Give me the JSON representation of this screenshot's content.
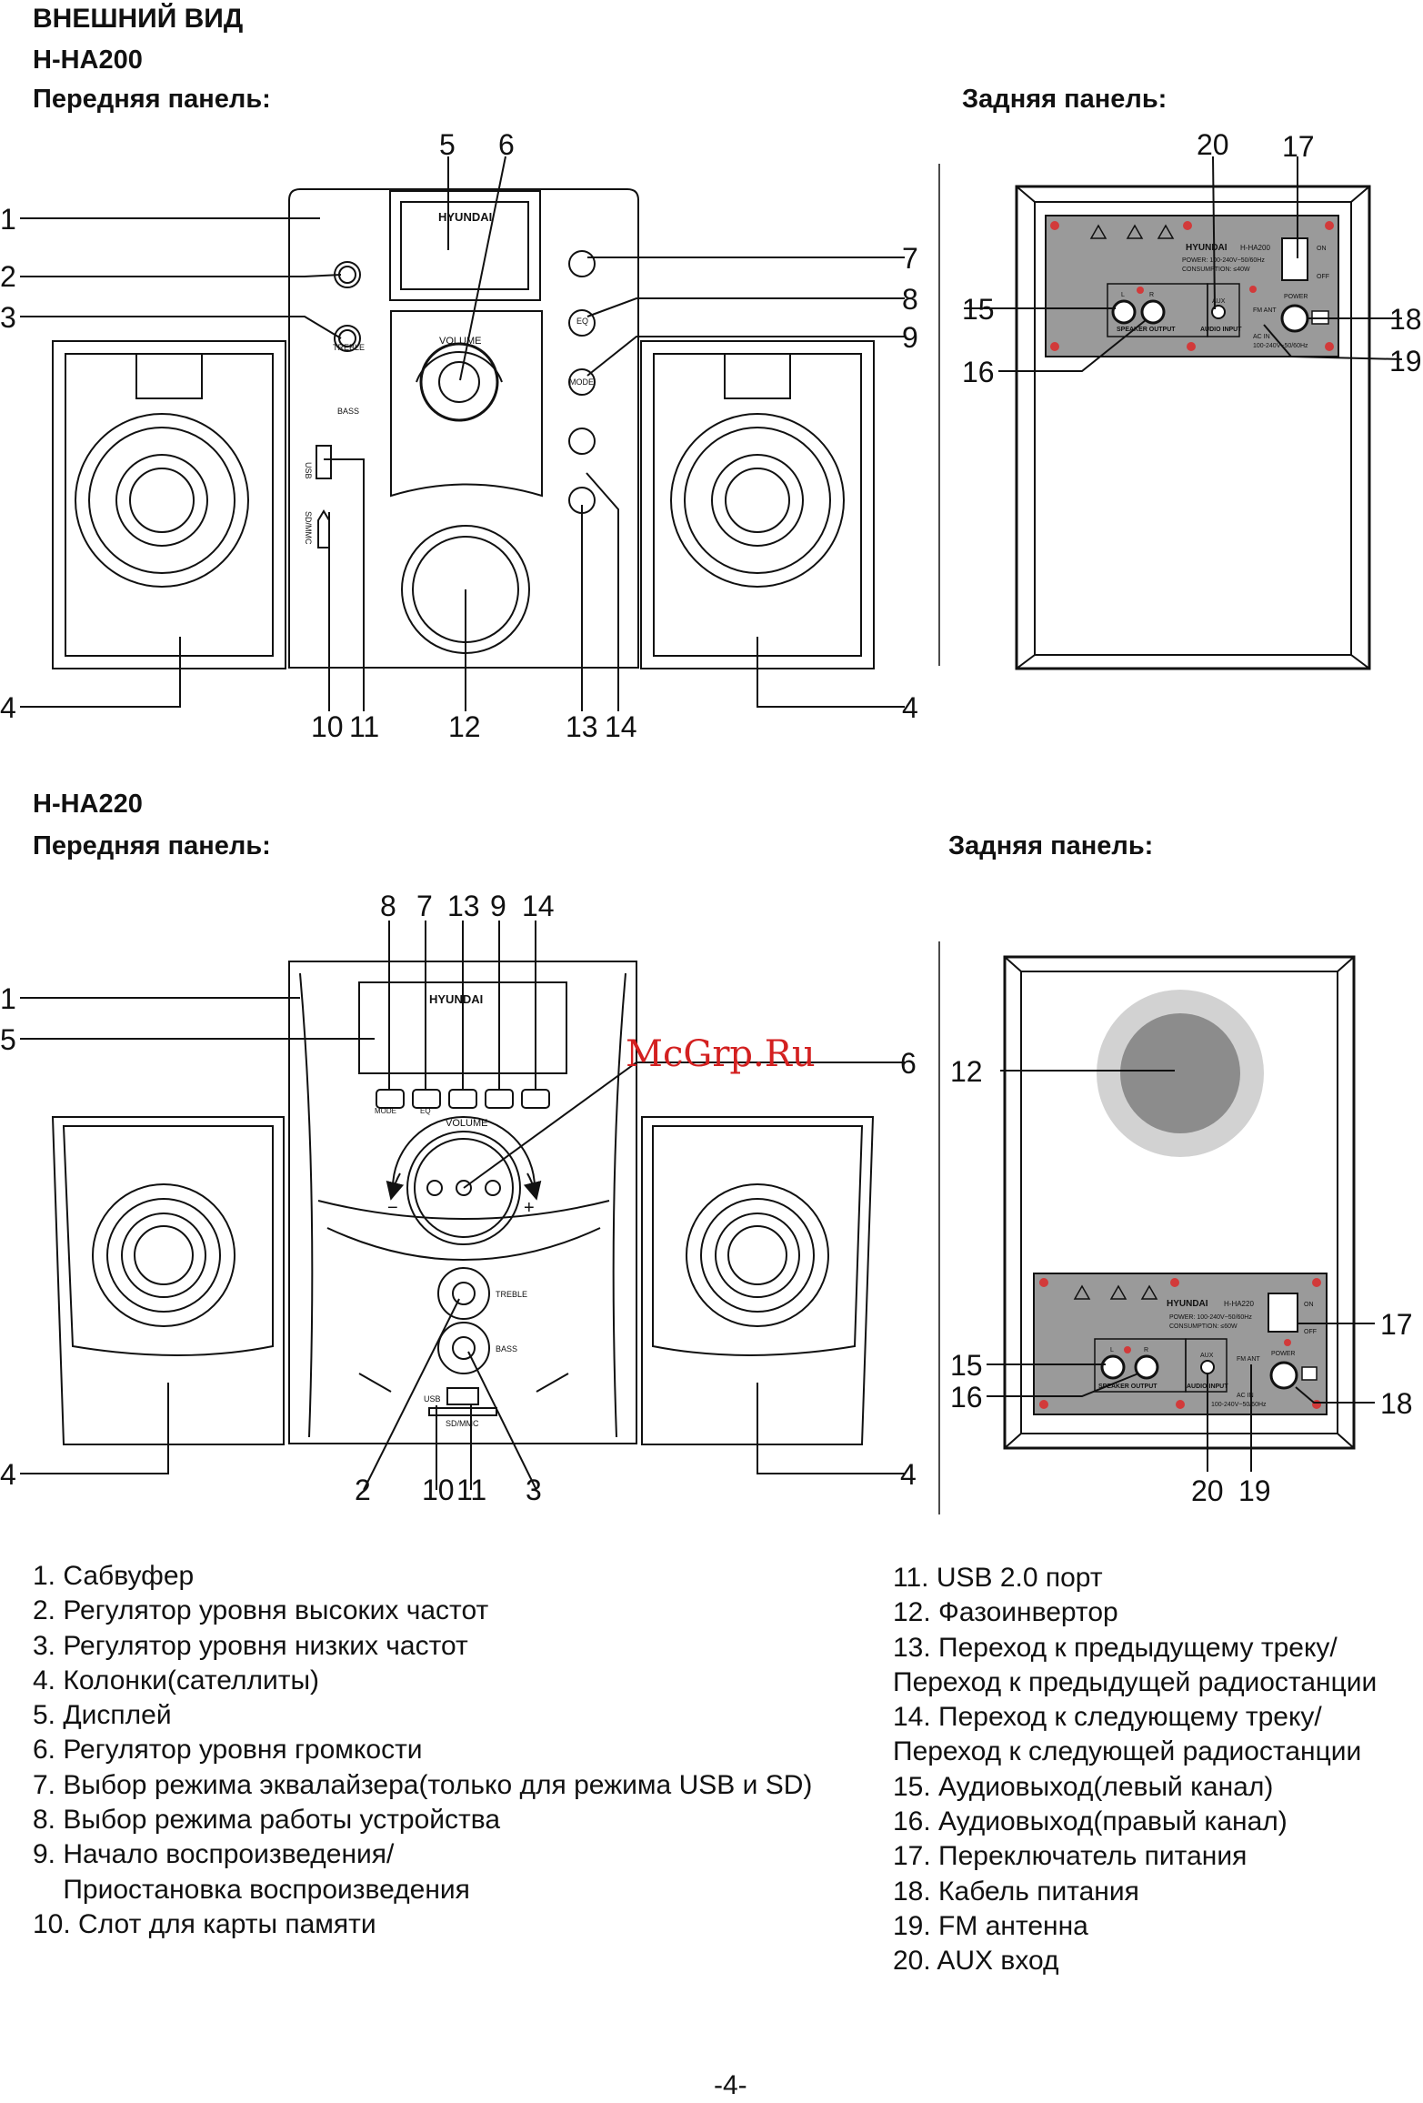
{
  "header": {
    "title": "ВНЕШНИЙ ВИД"
  },
  "models": [
    {
      "name": "H-HA200",
      "front_label": "Передняя панель:",
      "rear_label": "Задняя панель:",
      "front_callouts": [
        "1",
        "2",
        "3",
        "4",
        "5",
        "6",
        "7",
        "8",
        "9",
        "10",
        "11",
        "12",
        "13",
        "14",
        "4"
      ],
      "rear_callouts": [
        "15",
        "16",
        "17",
        "18",
        "19",
        "20"
      ],
      "device_text": {
        "brand": "HYUNDAI",
        "volume": "VOLUME",
        "treble": "TREBLE",
        "bass": "BASS",
        "eq": "EQ",
        "mode": "MODE",
        "usb": "USB",
        "sdmmc": "SD/MMC",
        "model_plate": "H-HA200",
        "power_spec": "POWER: 100-240V~50/60Hz",
        "consumption": "CONSUMPTION: ≤40W",
        "speaker_output": "SPEAKER OUTPUT",
        "audio_input": "AUDIO INPUT",
        "aux": "AUX",
        "fm_ant": "FM ANT",
        "power": "POWER",
        "on": "ON",
        "off": "OFF",
        "ac_in": "AC IN",
        "ac_spec": "100-240V~50/60Hz",
        "l": "L",
        "r": "R"
      }
    },
    {
      "name": "H-HA220",
      "front_label": "Передняя панель:",
      "rear_label": "Задняя панель:",
      "front_callouts": [
        "1",
        "5",
        "8",
        "7",
        "13",
        "9",
        "14",
        "6",
        "4",
        "2",
        "10",
        "11",
        "3",
        "4"
      ],
      "rear_callouts": [
        "12",
        "15",
        "16",
        "17",
        "18",
        "20",
        "19"
      ],
      "device_text": {
        "brand": "HYUNDAI",
        "volume": "VOLUME",
        "treble": "TREBLE",
        "bass": "BASS",
        "eq": "EQ",
        "mode": "MODE",
        "usb": "USB",
        "sdmmc": "SD/MMC",
        "minus": "−",
        "plus": "+",
        "model_plate": "H-HA220",
        "power_spec": "POWER: 100-240V~50/60Hz",
        "consumption": "CONSUMPTION: ≤60W",
        "speaker_output": "SPEAKER OUTPUT",
        "audio_input": "AUDIO INPUT",
        "aux": "AUX",
        "fm_ant": "FM ANT",
        "power": "POWER",
        "on": "ON",
        "off": "OFF",
        "ac_in": "AC IN",
        "ac_spec": "100-240V~50/60Hz",
        "l": "L",
        "r": "R"
      }
    }
  ],
  "watermark": "McGrp.Ru",
  "legend_left": [
    "1. Сабвуфер",
    "2. Регулятор уровня высоких частот",
    "3. Регулятор уровня низких частот",
    "4. Колонки(сателлиты)",
    "5. Дисплей",
    "6. Регулятор уровня громкости",
    "7. Выбор режима эквалайзера(только для режима USB и SD)",
    "8. Выбор режима работы устройства",
    "9. Начало воспроизведения/",
    "    Приостановка воспроизведения",
    "10. Слот для карты памяти"
  ],
  "legend_right": [
    "11. USB 2.0 порт",
    "12. Фазоинвертор",
    "13. Переход к предыдущему треку/",
    "Переход к предыдущей радиостанции",
    "14. Переход к следующему треку/",
    "Переход к следующей радиостанции",
    "15. Аудиовыход(левый канал)",
    "16. Аудиовыход(правый канал)",
    "17. Переключатель питания",
    "18. Кабель питания",
    "19. FM антенна",
    "20. AUX вход"
  ],
  "page_number": "-4-",
  "colors": {
    "panel_gray": "#9a9a9a",
    "subwoofer_dark": "#8c8c8c",
    "subwoofer_light": "#d2d2d2",
    "screw_red": "#d23a3a",
    "watermark_red": "#d32020"
  }
}
